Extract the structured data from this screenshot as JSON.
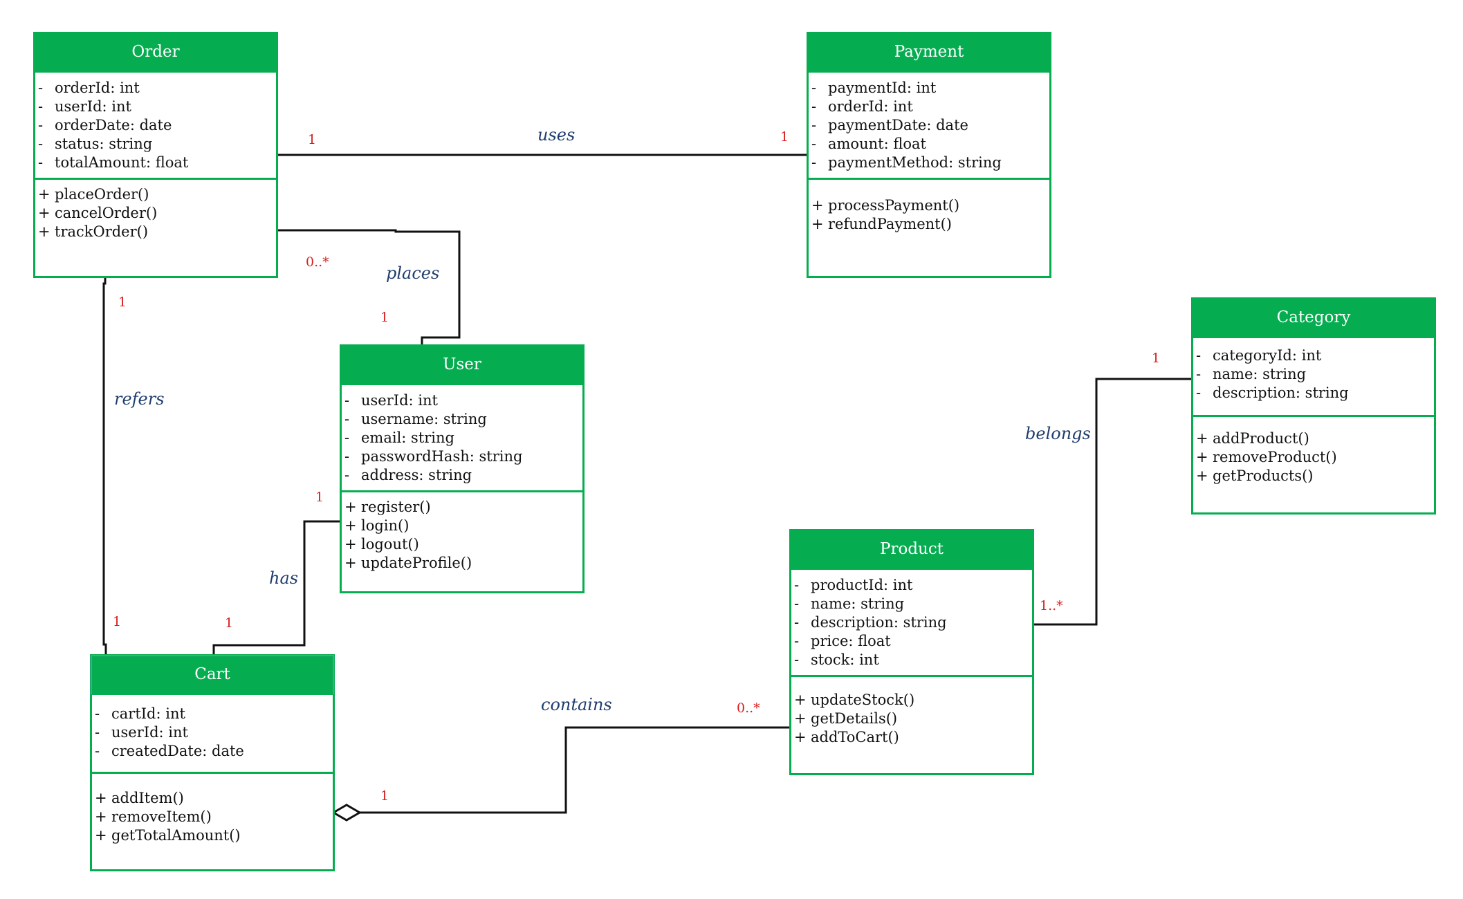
{
  "classes": {
    "order": {
      "name": "Order",
      "attributes": [
        {
          "vis": "-",
          "text": "orderId: int"
        },
        {
          "vis": "-",
          "text": "userId: int"
        },
        {
          "vis": "-",
          "text": "orderDate: date"
        },
        {
          "vis": "-",
          "text": "status: string"
        },
        {
          "vis": "-",
          "text": "totalAmount: float"
        }
      ],
      "methods": [
        {
          "vis": "+",
          "text": "placeOrder()"
        },
        {
          "vis": "+",
          "text": "cancelOrder()"
        },
        {
          "vis": "+",
          "text": "trackOrder()"
        }
      ]
    },
    "payment": {
      "name": "Payment",
      "attributes": [
        {
          "vis": "-",
          "text": "paymentId: int"
        },
        {
          "vis": "-",
          "text": "orderId: int"
        },
        {
          "vis": "-",
          "text": "paymentDate: date"
        },
        {
          "vis": "-",
          "text": "amount: float"
        },
        {
          "vis": "-",
          "text": "paymentMethod: string"
        }
      ],
      "methods": [
        {
          "vis": "+",
          "text": "processPayment()"
        },
        {
          "vis": "+",
          "text": "refundPayment()"
        }
      ]
    },
    "user": {
      "name": "User",
      "attributes": [
        {
          "vis": "-",
          "text": "userId: int"
        },
        {
          "vis": "-",
          "text": "username: string"
        },
        {
          "vis": "-",
          "text": "email: string"
        },
        {
          "vis": "-",
          "text": "passwordHash: string"
        },
        {
          "vis": "-",
          "text": "address: string"
        }
      ],
      "methods": [
        {
          "vis": "+",
          "text": "register()"
        },
        {
          "vis": "+",
          "text": "login()"
        },
        {
          "vis": "+",
          "text": "logout()"
        },
        {
          "vis": "+",
          "text": "updateProfile()"
        }
      ]
    },
    "category": {
      "name": "Category",
      "attributes": [
        {
          "vis": "-",
          "text": "categoryId: int"
        },
        {
          "vis": "-",
          "text": "name: string"
        },
        {
          "vis": "-",
          "text": "description: string"
        }
      ],
      "methods": [
        {
          "vis": "+",
          "text": "addProduct()"
        },
        {
          "vis": "+",
          "text": "removeProduct()"
        },
        {
          "vis": "+",
          "text": "getProducts()"
        }
      ]
    },
    "product": {
      "name": "Product",
      "attributes": [
        {
          "vis": "-",
          "text": "productId: int"
        },
        {
          "vis": "-",
          "text": "name: string"
        },
        {
          "vis": "-",
          "text": "description: string"
        },
        {
          "vis": "-",
          "text": "price: float"
        },
        {
          "vis": "-",
          "text": "stock: int"
        }
      ],
      "methods": [
        {
          "vis": "+",
          "text": "updateStock()"
        },
        {
          "vis": "+",
          "text": "getDetails()"
        },
        {
          "vis": "+",
          "text": "addToCart()"
        }
      ]
    },
    "cart": {
      "name": "Cart",
      "attributes": [
        {
          "vis": "-",
          "text": "cartId: int"
        },
        {
          "vis": "-",
          "text": "userId: int"
        },
        {
          "vis": "-",
          "text": "createdDate: date"
        }
      ],
      "methods": [
        {
          "vis": "+",
          "text": "addItem()"
        },
        {
          "vis": "+",
          "text": "removeItem()"
        },
        {
          "vis": "+",
          "text": "getTotalAmount()"
        }
      ]
    }
  },
  "relations": {
    "uses": {
      "label": "uses",
      "from": "Order",
      "to": "Payment",
      "from_mult": "1",
      "to_mult": "1"
    },
    "places": {
      "label": "places",
      "from": "User",
      "to": "Order",
      "from_mult": "1",
      "to_mult": "0..*"
    },
    "refers": {
      "label": "refers",
      "from": "Order",
      "to": "Cart",
      "from_mult": "1",
      "to_mult": "1"
    },
    "has": {
      "label": "has",
      "from": "User",
      "to": "Cart",
      "from_mult": "1",
      "to_mult": "1"
    },
    "contains": {
      "label": "contains",
      "from": "Cart",
      "to": "Product",
      "from_mult": "1",
      "to_mult": "0..*",
      "kind": "aggregation"
    },
    "belongs": {
      "label": "belongs",
      "from": "Product",
      "to": "Category",
      "from_mult": "1..*",
      "to_mult": "1"
    }
  },
  "colors": {
    "class_header": "#06ad50",
    "class_border": "#06ad50",
    "relation_label": "#1f3d6e",
    "multiplicity": "#d62020",
    "line": "#111111"
  }
}
